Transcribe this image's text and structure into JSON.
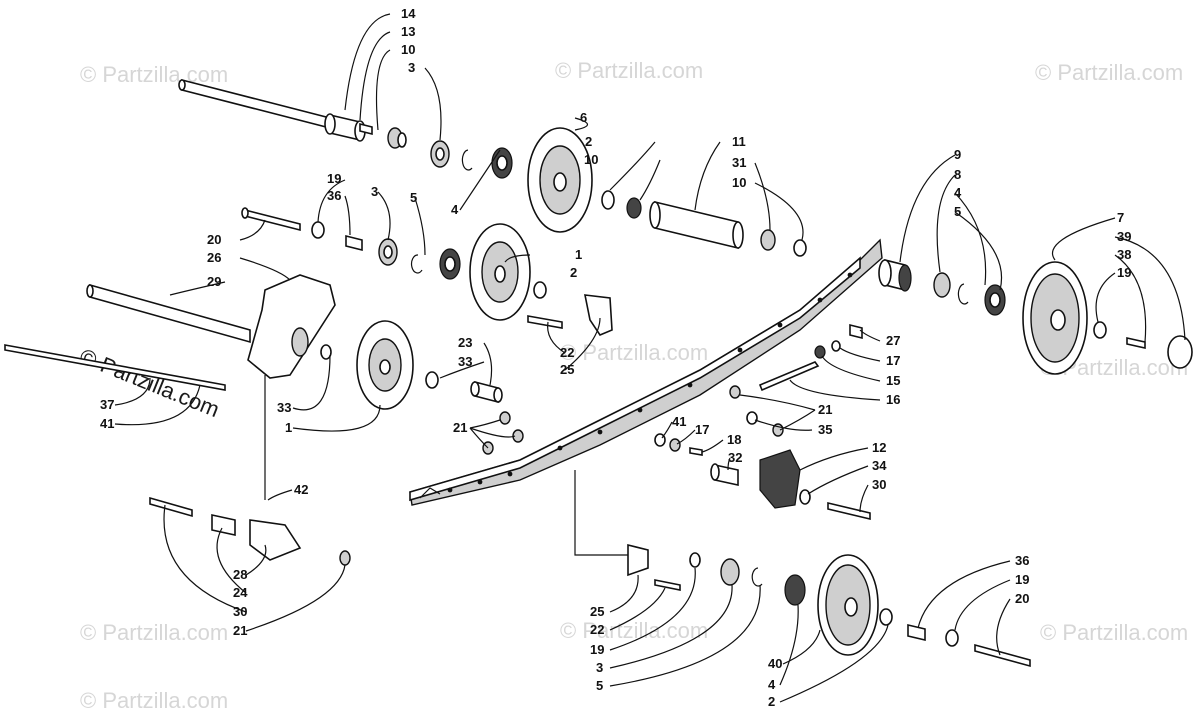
{
  "watermark": {
    "small": "© Partzilla.com",
    "large": "© Partzilla.com"
  },
  "callouts": {
    "c14": "14",
    "c13": "13",
    "c10a": "10",
    "c3a": "3",
    "c6": "6",
    "c2a": "2",
    "c10b": "10",
    "c11": "11",
    "c31": "31",
    "c10c": "10",
    "c19a": "19",
    "c36a": "36",
    "c3b": "3",
    "c5a": "5",
    "c4a": "4",
    "c20a": "20",
    "c26": "26",
    "c29": "29",
    "c1a": "1",
    "c2b": "2",
    "c9": "9",
    "c8": "8",
    "c4b": "4",
    "c5b": "5",
    "c7": "7",
    "c39": "39",
    "c38": "38",
    "c19b": "19",
    "c22a": "22",
    "c25a": "25",
    "c27": "27",
    "c17a": "17",
    "c15": "15",
    "c16": "16",
    "c23": "23",
    "c33a": "33",
    "c33b": "33",
    "c1b": "1",
    "c37": "37",
    "c41a": "41",
    "c21a": "21",
    "c21b": "21",
    "c35": "35",
    "c41b": "41",
    "c17b": "17",
    "c18": "18",
    "c12": "12",
    "c32": "32",
    "c34": "34",
    "c30a": "30",
    "c42": "42",
    "c28": "28",
    "c24": "24",
    "c30b": "30",
    "c21c": "21",
    "c25b": "25",
    "c22b": "22",
    "c19c": "19",
    "c3c": "3",
    "c5c": "5",
    "c40": "40",
    "c4c": "4",
    "c2c": "2",
    "c36b": "36",
    "c19d": "19",
    "c20b": "20"
  }
}
